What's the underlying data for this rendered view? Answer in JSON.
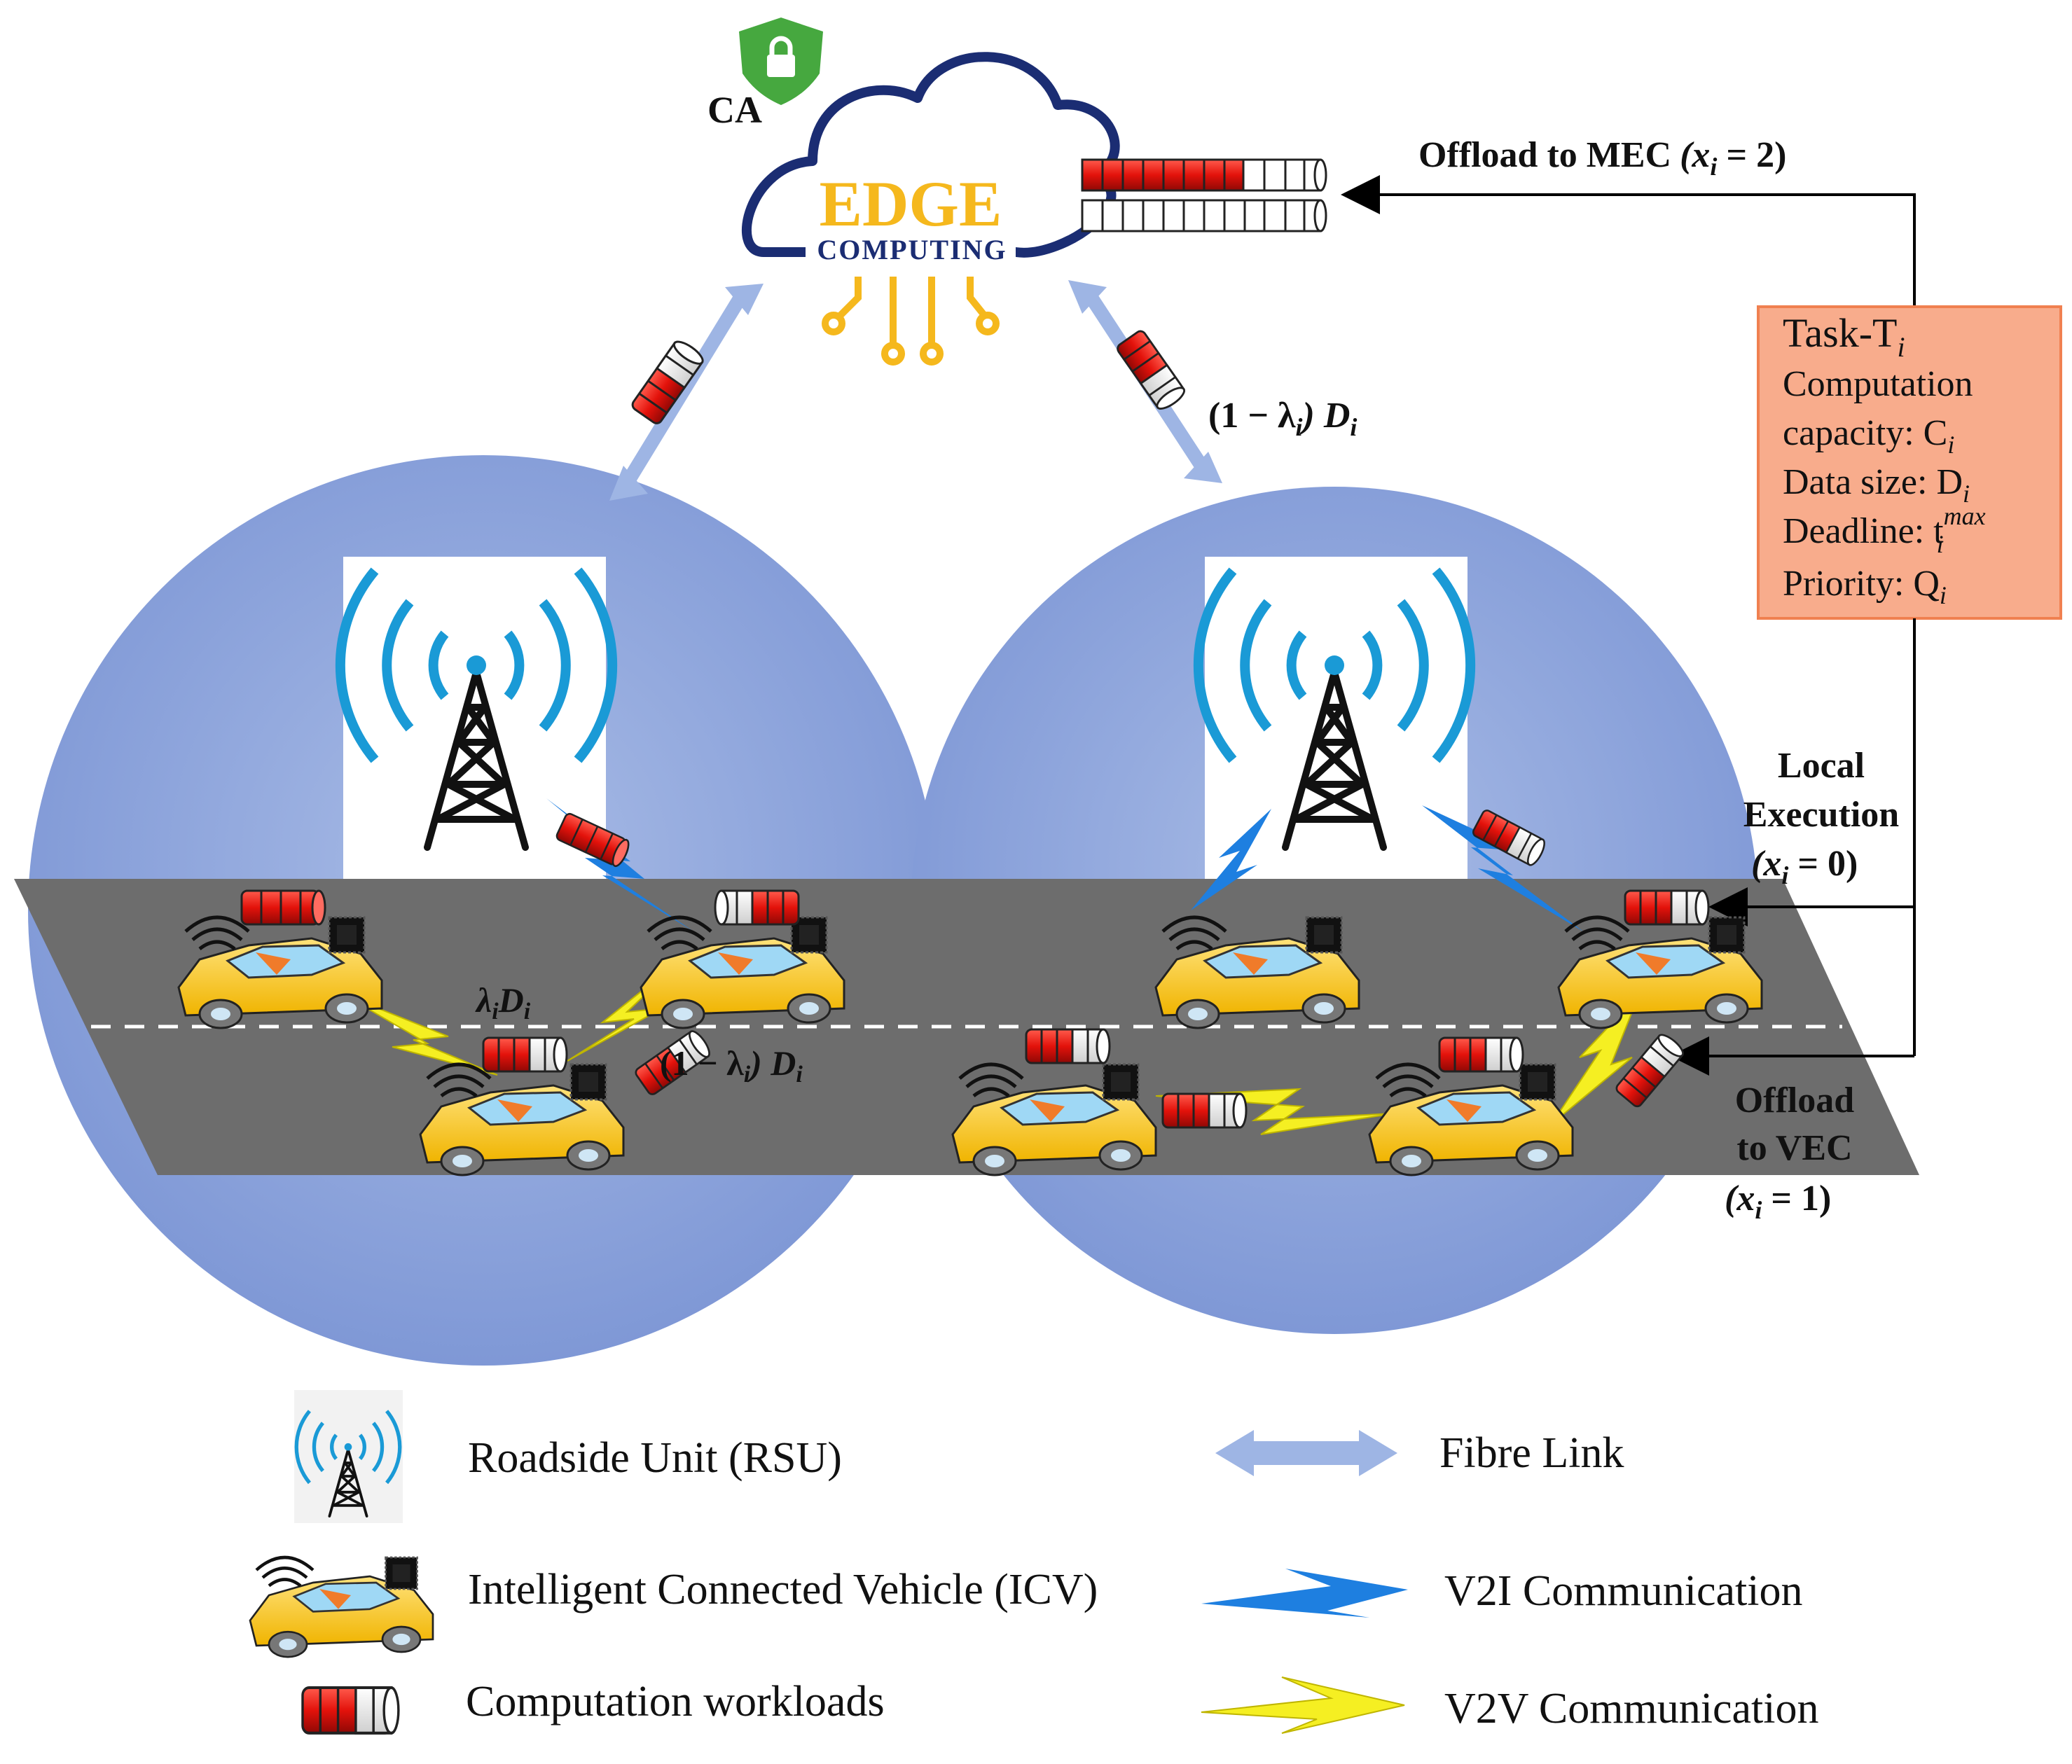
{
  "cloud": {
    "ca_label": "CA",
    "title_line1": "EDGE",
    "title_line2": "COMPUTING",
    "brand_color": "#1b2d73",
    "accent_color": "#f5b81d"
  },
  "annotations": {
    "offload_mec": "Offload to MEC",
    "offload_mec_eq": "(x",
    "offload_mec_sub": "i",
    "offload_mec_val": " = 2)",
    "fibre_right_label": "(1 − λ",
    "fibre_right_sub": "i",
    "fibre_right_tail": ") D",
    "fibre_right_tail_sub": "i",
    "local_line1": "Local",
    "local_line2": "Execution",
    "local_eq": "(x",
    "local_sub": "i",
    "local_val": " = 0)",
    "vec_line1": "Offload",
    "vec_line2": "to VEC",
    "vec_eq": "(x",
    "vec_sub": "i",
    "vec_val": " = 1)",
    "split_local": "λ",
    "split_local_sub": "i",
    "split_local_D": "D",
    "split_local_D_sub": "i",
    "split_remote": "(1 − λ",
    "split_remote_sub": "i",
    "split_remote_tail": ") D",
    "split_remote_tail_sub": "i"
  },
  "task_box": {
    "title": "Task-T",
    "title_sub": "i",
    "line1": "Computation",
    "line2": "capacity: C",
    "line2_sub": "i",
    "line3": "Data size: D",
    "line3_sub": "i",
    "line4": "Deadline: t",
    "line4_sub": "i",
    "line4_sup": "max",
    "line5": "Priority: Q",
    "line5_sub": "i",
    "fill_color": "#f8ac8c",
    "border_color": "#f08050"
  },
  "legend": {
    "rsu": "Roadside Unit (RSU)",
    "icv": "Intelligent Connected Vehicle (ICV)",
    "workload": "Computation workloads",
    "fibre": "Fibre Link",
    "v2i": "V2I Communication",
    "v2v": "V2V Communication"
  },
  "colors": {
    "coverage": "#8ea5dc",
    "road": "#6d6d6d",
    "workload_red": "#e3120b",
    "fibre": "#9eb5e4",
    "v2i": "#1e7fe0",
    "v2v": "#f5ef22",
    "rsu_wave": "#1a9ad6"
  },
  "icons": {
    "lock": "lock-shield-icon",
    "cloud": "cloud-icon",
    "tower": "antenna-tower-icon",
    "car": "car-icon",
    "battery": "workload-cylinder-icon"
  }
}
